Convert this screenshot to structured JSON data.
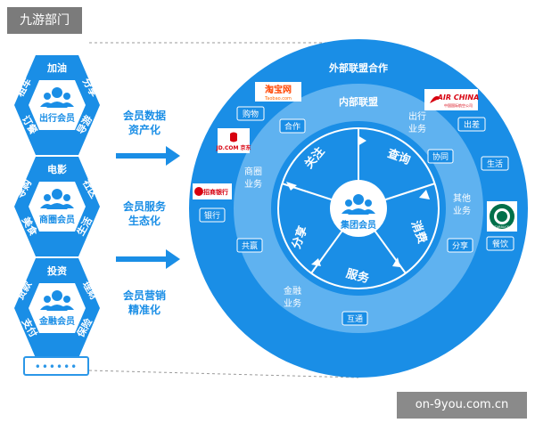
{
  "page": {
    "tag": "九游部门",
    "watermark": "on-9you.com.cn",
    "dots": "••••••"
  },
  "colors": {
    "primary": "#1a8ee6",
    "light": "#5fb2f0",
    "mid": "#2b97e8",
    "white": "#ffffff"
  },
  "hexagons": [
    {
      "name": "出行会员",
      "top": "加油",
      "tl": "租车",
      "tr": "分享",
      "bl": "订餐",
      "br": "导游"
    },
    {
      "name": "商圈会员",
      "top": "电影",
      "tl": "导购",
      "tr": "社区",
      "bl": "美食",
      "br": "生活"
    },
    {
      "name": "金融会员",
      "top": "投资",
      "tl": "贷款",
      "tr": "理财",
      "bl": "支付",
      "br": "保险"
    }
  ],
  "arrows": [
    {
      "line1": "会员数据",
      "line2": "资产化"
    },
    {
      "line1": "会员服务",
      "line2": "生态化"
    },
    {
      "line1": "会员营销",
      "line2": "精准化"
    }
  ],
  "circle": {
    "outer_title": "外部联盟合作",
    "inner_title": "内部联盟",
    "center": "集团会员",
    "sectors": [
      "关注",
      "查询",
      "消费",
      "服务",
      "分享"
    ],
    "business": [
      "出行\n业务",
      "其他\n业务",
      "金融\n业务",
      "商圈\n业务"
    ],
    "tags": [
      "合作",
      "协同",
      "分享",
      "互通",
      "共赢",
      "银行"
    ],
    "outer_labels": [
      "购物",
      "出差",
      "生活",
      "餐饮"
    ]
  },
  "logos": {
    "taobao": {
      "main": "淘宝网",
      "sub": "Taobao.com"
    },
    "airchina": {
      "main": "AIR CHINA",
      "sub": "中国国际航空公司"
    },
    "jd": {
      "main": "JD.COM 京东"
    },
    "bank": {
      "main": "招商银行"
    },
    "starbucks": {
      "main": "STARBUCKS"
    }
  }
}
